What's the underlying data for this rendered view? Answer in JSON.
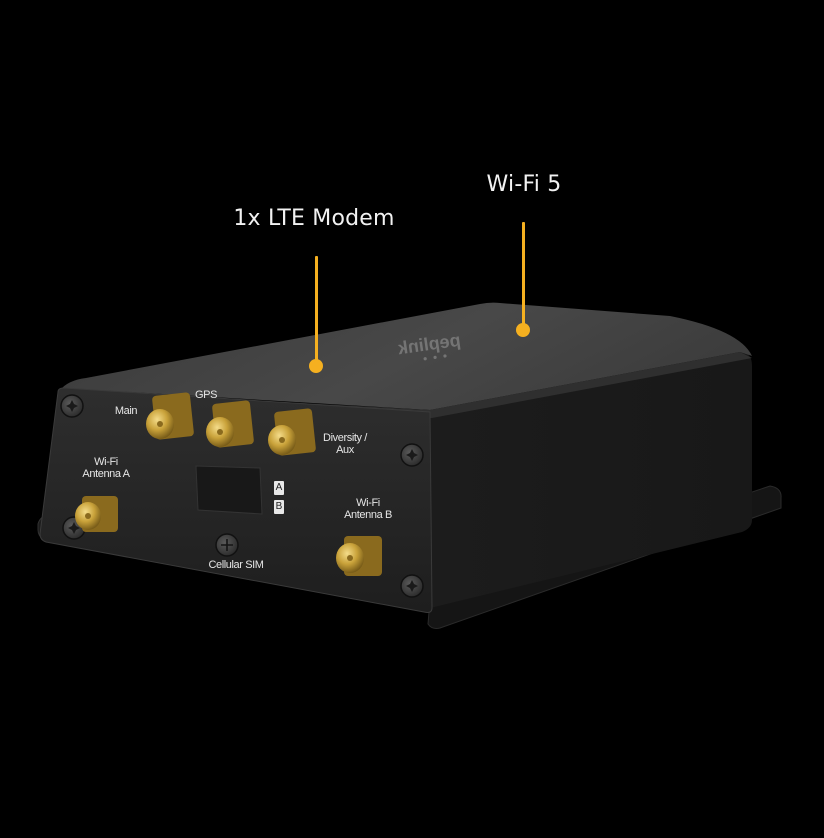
{
  "colors": {
    "background": "#000000",
    "accent": "#F5B020",
    "callout_text": "#F2F2F2",
    "enclosure_top": "#3f3f3f",
    "enclosure_front": "#262626",
    "enclosure_side": "#1b1b1b",
    "connector_gold": "#c9a23a"
  },
  "callouts": [
    {
      "label": "1x LTE Modem",
      "target": "top-left of enclosure"
    },
    {
      "label": "Wi-Fi 5",
      "target": "top-right of enclosure"
    }
  ],
  "device": {
    "brand_mark": "peplink",
    "port_labels": {
      "main": "Main",
      "gps": "GPS",
      "diversity": "Diversity /",
      "diversity_line2": "Aux",
      "wifi_a_line1": "Wi-Fi",
      "wifi_a_line2": "Antenna A",
      "wifi_b_line1": "Wi-Fi",
      "wifi_b_line2": "Antenna B",
      "sim": "Cellular SIM"
    },
    "sim_slots": [
      "A",
      "B"
    ]
  }
}
